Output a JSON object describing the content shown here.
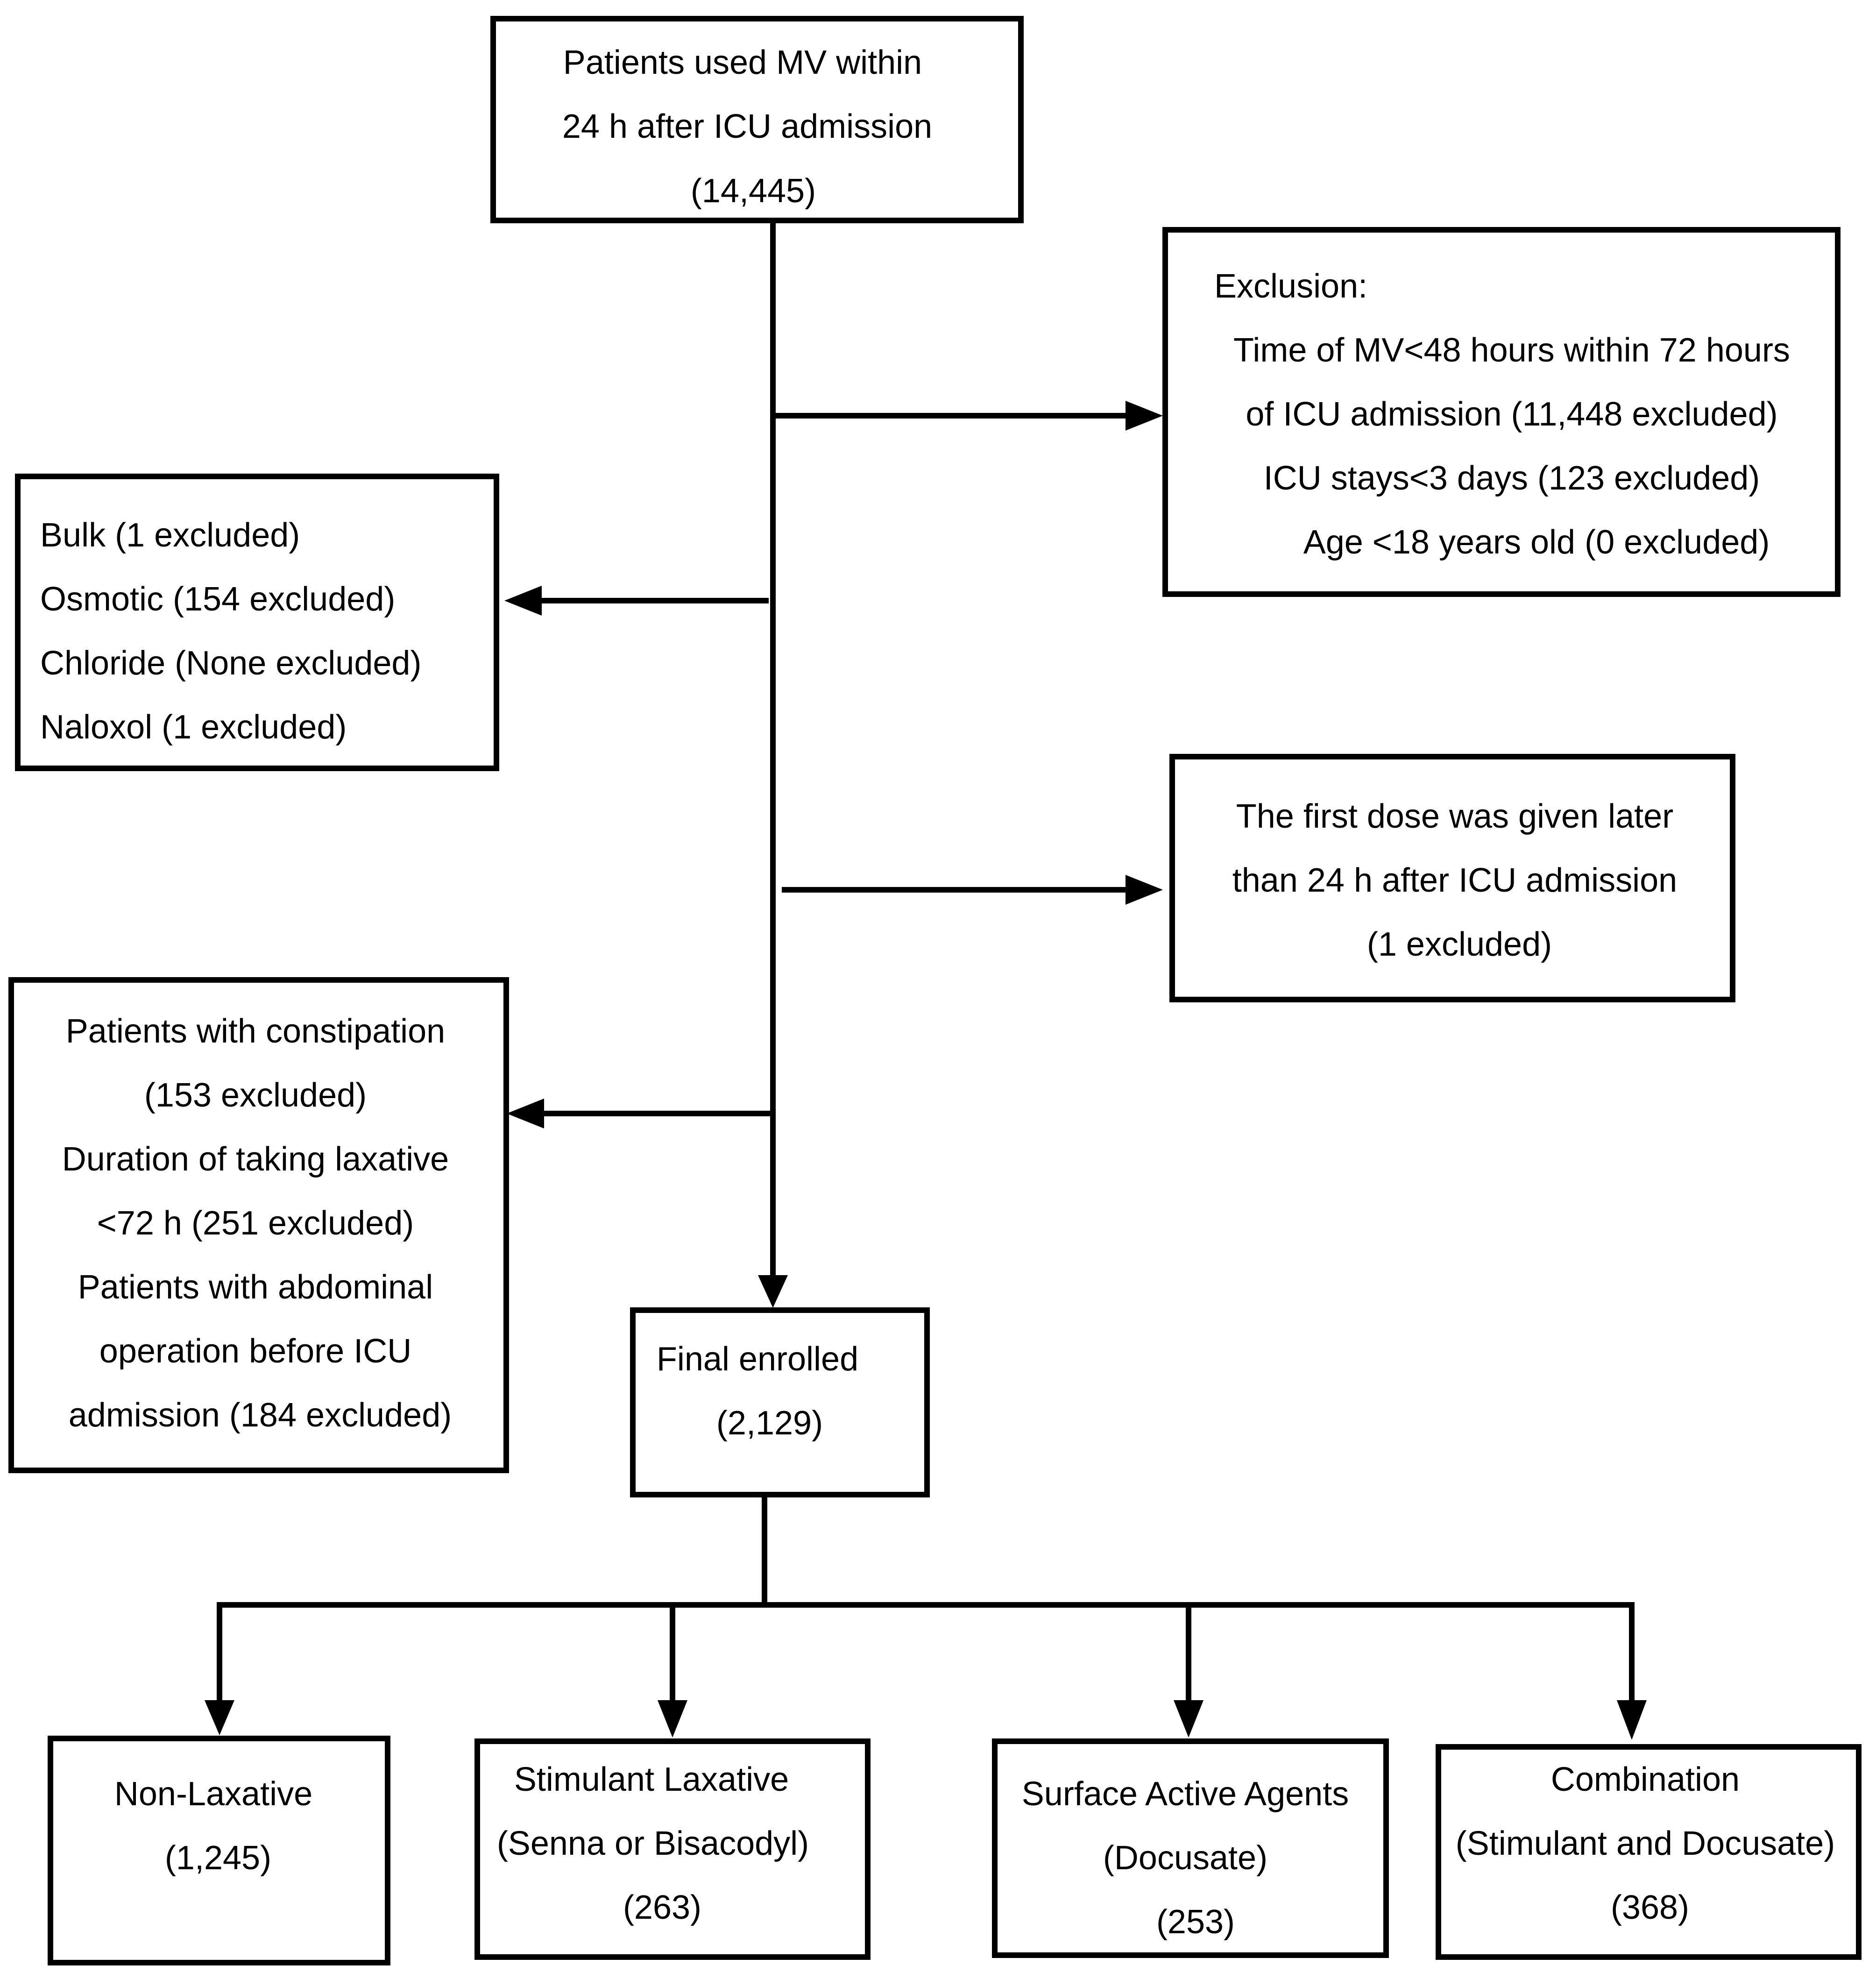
{
  "boxes": {
    "start": {
      "lines": [
        "Patients used MV within",
        "24 h after ICU admission",
        "(14,445)"
      ]
    },
    "exclusion1": {
      "lines": [
        "Exclusion:",
        "Time of MV<48 hours within 72 hours",
        "of  ICU admission  (11,448 excluded)",
        "ICU stays<3 days (123 excluded)",
        "Age <18 years old (0 excluded)"
      ]
    },
    "exclusion2": {
      "lines": [
        "Bulk (1 excluded)",
        "Osmotic (154 excluded)",
        "Chloride (None excluded)",
        "Naloxol (1 excluded)"
      ]
    },
    "exclusion3": {
      "lines": [
        "The first dose was given later",
        "than 24 h after ICU admission",
        "(1 excluded)"
      ]
    },
    "exclusion4": {
      "lines": [
        "Patients with constipation",
        "(153 excluded)",
        "Duration of taking laxative",
        "<72 h (251 excluded)",
        "Patients with abdominal",
        "operation before ICU",
        "admission (184 excluded)"
      ]
    },
    "final": {
      "lines": [
        "Final enrolled",
        "(2,129)"
      ]
    },
    "group1": {
      "lines": [
        "Non-Laxative",
        "(1,245)"
      ]
    },
    "group2": {
      "lines": [
        "Stimulant Laxative",
        "(Senna or Bisacodyl)",
        "(263)"
      ]
    },
    "group3": {
      "lines": [
        "Surface Active Agents",
        "(Docusate)",
        "(253)"
      ]
    },
    "group4": {
      "lines": [
        "Combination",
        "(Stimulant and Docusate)",
        "(368)"
      ]
    }
  }
}
